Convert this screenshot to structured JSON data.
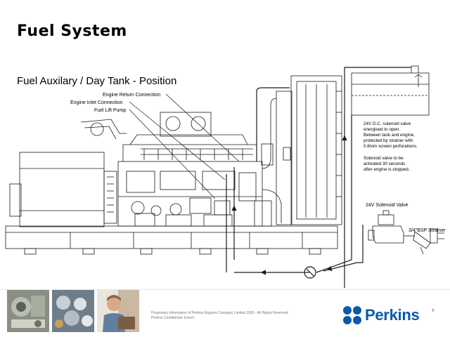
{
  "slide": {
    "title": "Fuel System",
    "subtitle": "Fuel Auxilary / Day Tank - Position"
  },
  "callouts": {
    "engine_return": "Engine Return Connection",
    "engine_inlet": "Engine Inlet Connection",
    "fuel_lift_pump": "Fuel Lift Pump"
  },
  "notes": {
    "solenoid_open_lines": [
      "24V D.C. solenoid valve",
      "energised to open.",
      "Between tank and engine,",
      "protected by strainer with",
      "0.8mm screen perforations."
    ],
    "solenoid_timing_lines": [
      "Solenoid valve to be",
      "activated 30 seconds",
      "after engine is stopped."
    ],
    "solenoid_valve_label": "24V Solenoid Valve",
    "strainer_label": "3/4\"BSP Strainer"
  },
  "footer": {
    "legal_line1": "Proprietary information of Perkins Engines Company Limited 2005 - All Rights Reserved",
    "legal_line2": "Perkins Confidential 'Green'",
    "brand": "Perkins",
    "reg_mark": "®"
  },
  "colors": {
    "brand_blue": "#0a5aa8",
    "line": "#1a1a1a"
  }
}
